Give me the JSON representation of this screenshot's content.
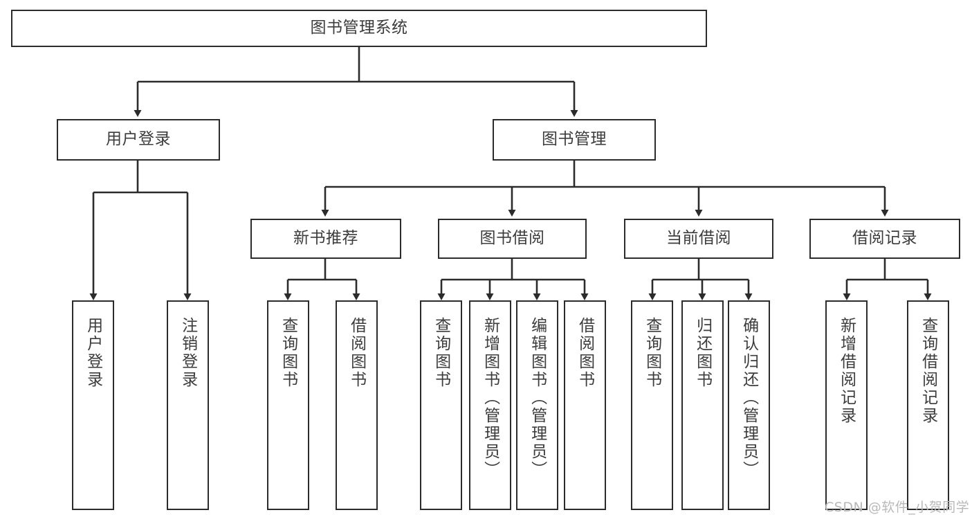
{
  "diagram": {
    "title": "图书管理系统",
    "type": "hierarchy-tree",
    "orientation": "top-down",
    "colors": {
      "background": "#ffffff",
      "box_border": "#2b2b2b",
      "box_fill": "#ffffff",
      "text": "#3c3c3c",
      "edge": "#2b2b2b",
      "watermark": "#b9b9b9"
    },
    "root": {
      "label": "图书管理系统"
    },
    "level2": [
      {
        "label": "用户登录"
      },
      {
        "label": "图书管理"
      }
    ],
    "level3": [
      {
        "label": "新书推荐"
      },
      {
        "label": "图书借阅"
      },
      {
        "label": "当前借阅"
      },
      {
        "label": "借阅记录"
      }
    ],
    "leaves": {
      "user_login": [
        {
          "label": "用户登录"
        },
        {
          "label": "注销登录"
        }
      ],
      "new_book_recommend": [
        {
          "label": "查询图书"
        },
        {
          "label": "借阅图书"
        }
      ],
      "book_borrow": [
        {
          "label": "查询图书"
        },
        {
          "label": "新增图书（管理员）"
        },
        {
          "label": "编辑图书（管理员）"
        },
        {
          "label": "借阅图书"
        }
      ],
      "current_borrow": [
        {
          "label": "查询图书"
        },
        {
          "label": "归还图书"
        },
        {
          "label": "确认归还（管理员）"
        }
      ],
      "borrow_record": [
        {
          "label": "新增借阅记录"
        },
        {
          "label": "查询借阅记录"
        }
      ]
    }
  },
  "watermark": {
    "text": "CSDN @软件_小贺同学"
  }
}
